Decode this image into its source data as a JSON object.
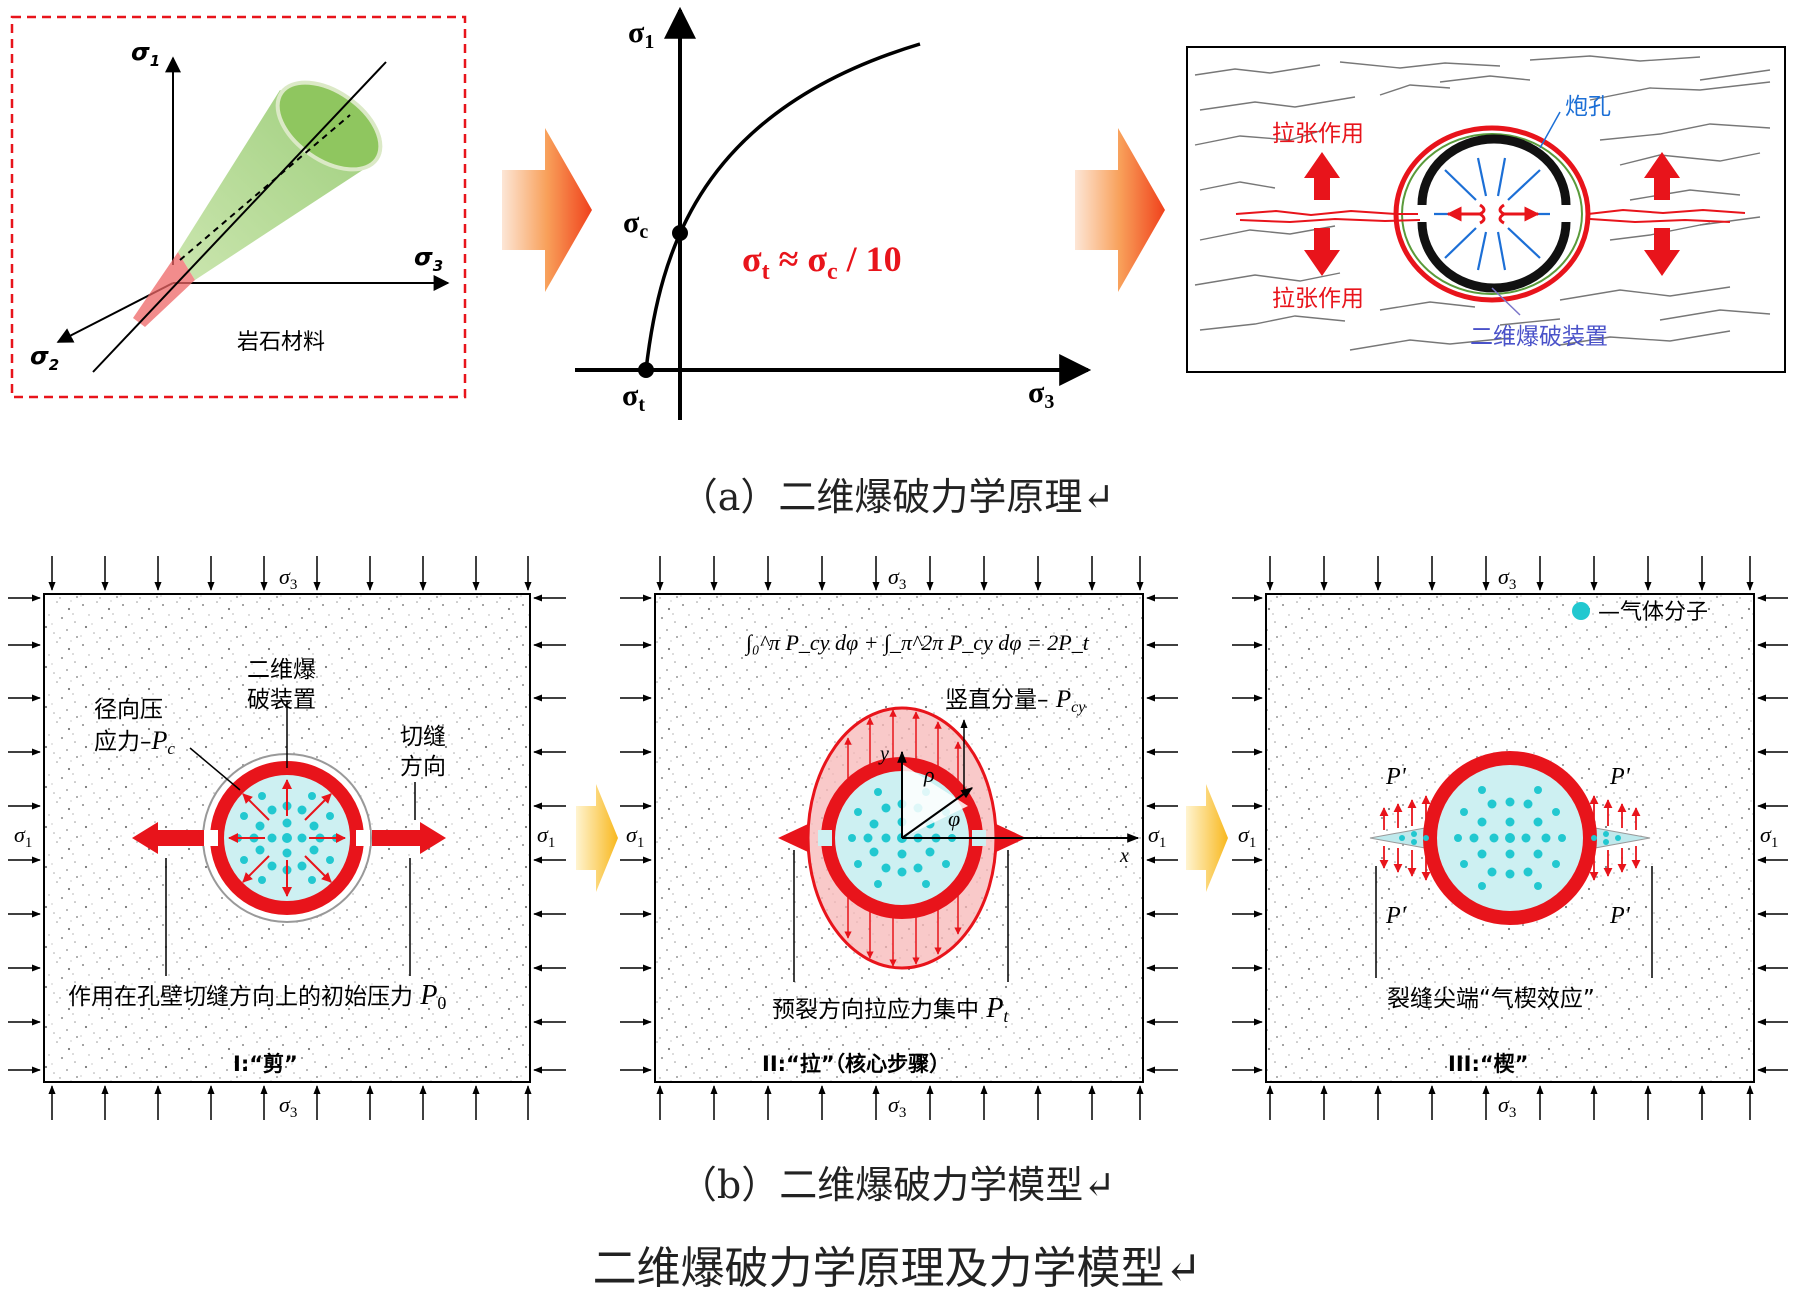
{
  "colors": {
    "red": "#e8141b",
    "teal": "#22c8d0",
    "green": "#8fc65f",
    "blue": "#1c6fd6",
    "orange": "#f26b2a",
    "yellow": "#f8b81e"
  },
  "panel_a1": {
    "axis1": "σ",
    "axis1_sub": "1",
    "axis2": "σ",
    "axis2_sub": "2",
    "axis3": "σ",
    "axis3_sub": "3",
    "label": "岩石材料"
  },
  "panel_a2": {
    "y_axis": "σ",
    "y_sub": "1",
    "x_axis": "σ",
    "x_sub": "3",
    "point_c": "σ",
    "point_c_sub": "c",
    "point_t": "σ",
    "point_t_sub": "t",
    "equation_lhs": "σ",
    "equation_lhs_sub": "t",
    "equation_mid": " ≈ σ",
    "equation_rhs_sub": "c",
    "equation_tail": " / 10"
  },
  "panel_a3": {
    "hole": "炮孔",
    "tension_top": "拉张作用",
    "tension_bottom": "拉张作用",
    "device": "二维爆破装置"
  },
  "caption_a": "（a）二维爆破力学原理↵",
  "panel_b1": {
    "sigma_top": "σ",
    "sigma_top_sub": "3",
    "sigma_bottom": "σ",
    "sigma_bottom_sub": "3",
    "sigma_left": "σ",
    "sigma_left_sub": "1",
    "sigma_right": "σ",
    "sigma_right_sub": "1",
    "device_l1": "二维爆",
    "device_l2": "破装置",
    "radial_l1": "径向压",
    "radial_l2": "应力–",
    "radial_sym": "P",
    "radial_sub": "c",
    "cut_l1": "切缝",
    "cut_l2": "方向",
    "bottom_text": "作用在孔壁切缝方向上的初始压力 ",
    "bottom_sym": "P",
    "bottom_sub": "0",
    "stage": "I:“剪”"
  },
  "panel_b2": {
    "sigma_top": "σ",
    "sigma_top_sub": "3",
    "sigma_bottom": "σ",
    "sigma_bottom_sub": "3",
    "sigma_left": "σ",
    "sigma_left_sub": "1",
    "sigma_right": "σ",
    "sigma_right_sub": "1",
    "integral": "∫₀^π P_cy dφ + ∫_π^2π P_cy dφ = 2P_t",
    "vertical_label": "竖直分量– ",
    "vertical_sym": "P",
    "vertical_sub": "cy",
    "rho": "ρ",
    "phi": "φ",
    "x": "x",
    "y": "y",
    "bottom_text": "预裂方向拉应力集中 ",
    "bottom_sym": "P",
    "bottom_sub": "t",
    "stage": "II:“拉”（核心步骤）"
  },
  "panel_b3": {
    "sigma_top": "σ",
    "sigma_top_sub": "3",
    "sigma_bottom": "σ",
    "sigma_bottom_sub": "3",
    "sigma_left": "σ",
    "sigma_left_sub": "1",
    "sigma_right": "σ",
    "sigma_right_sub": "1",
    "legend": "—气体分子",
    "p_prime": "P'",
    "bottom_text": "裂缝尖端“气楔效应”",
    "stage": "III:“楔”"
  },
  "caption_b": "（b）二维爆破力学模型↵",
  "main_title": "二维爆破力学原理及力学模型↵"
}
